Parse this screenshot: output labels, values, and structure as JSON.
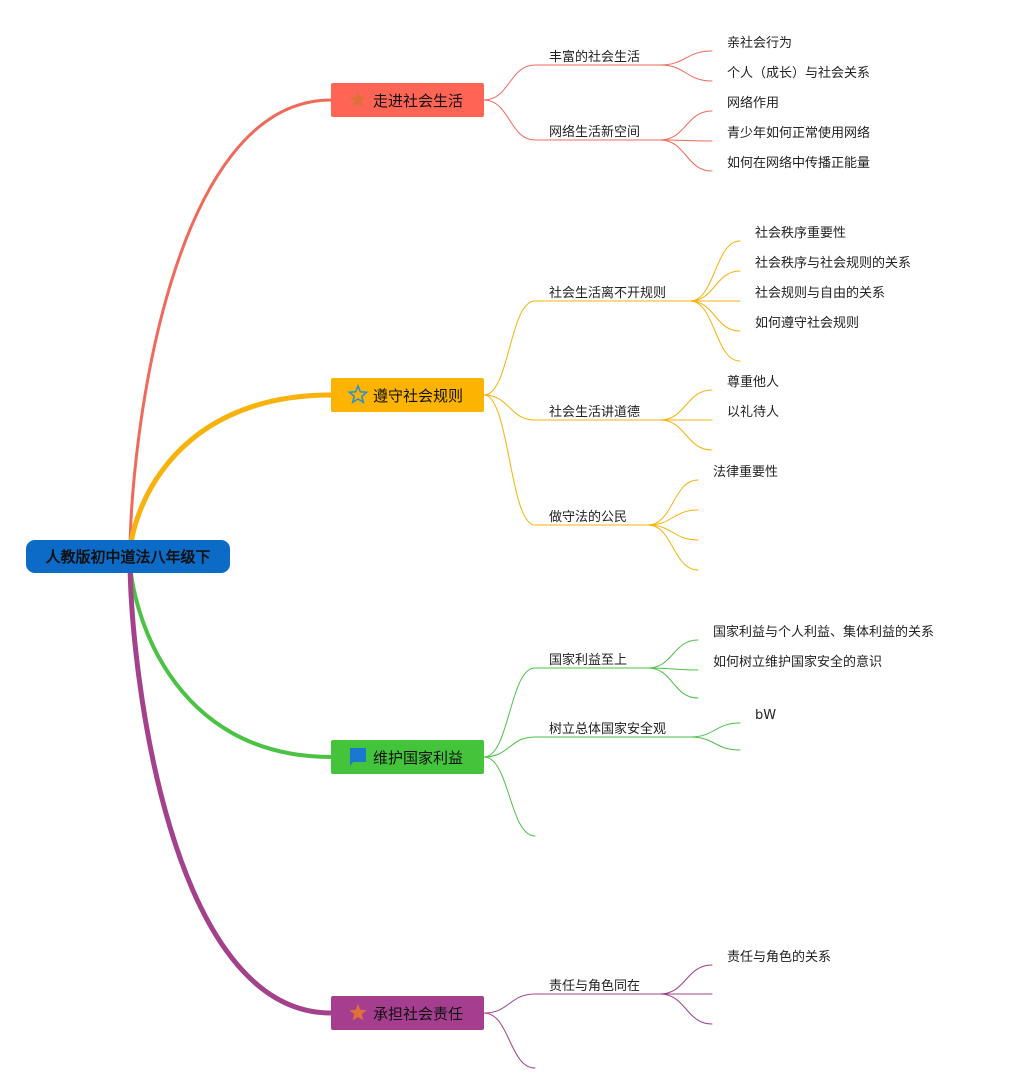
{
  "root": {
    "label": "人教版初中道法八年级下",
    "color": "#0b6bc7"
  },
  "branches": [
    {
      "label": "走进社会生活",
      "color": "#ef6a5a",
      "box_color": "#ff6454",
      "icon": "star-filled-icon",
      "icon_color": "#e0703a",
      "subtopics": [
        {
          "label": "丰富的社会生活",
          "leaves": [
            "亲社会行为",
            "个人（成长）与社会关系"
          ]
        },
        {
          "label": "网络生活新空间",
          "leaves": [
            "网络作用",
            "青少年如何正常使用网络",
            "如何在网络中传播正能量"
          ]
        }
      ]
    },
    {
      "label": "遵守社会规则",
      "color": "#f7b20c",
      "box_color": "#fcb400",
      "icon": "star-outline-icon",
      "icon_color": "#2f8fd0",
      "subtopics": [
        {
          "label": "社会生活离不开规则",
          "leaves": [
            "社会秩序重要性",
            "社会秩序与社会规则的关系",
            "社会规则与自由的关系",
            "如何遵守社会规则",
            ""
          ]
        },
        {
          "label": "社会生活讲道德",
          "leaves": [
            "尊重他人",
            "以礼待人",
            ""
          ]
        },
        {
          "label": "做守法的公民",
          "leaves": [
            "法律重要性",
            "",
            "",
            ""
          ]
        }
      ]
    },
    {
      "label": "维护国家利益",
      "color": "#4cc245",
      "box_color": "#43c43b",
      "icon": "flag-icon",
      "icon_color": "#1a78d0",
      "subtopics": [
        {
          "label": "国家利益至上",
          "leaves": [
            "国家利益与个人利益、集体利益的关系",
            "如何树立维护国家安全的意识",
            ""
          ]
        },
        {
          "label": "树立总体国家安全观",
          "leaves": [
            "bW",
            ""
          ]
        },
        {
          "label": "",
          "leaves": []
        }
      ]
    },
    {
      "label": "承担社会责任",
      "color": "#a3418b",
      "box_color": "#a53e8f",
      "icon": "star-filled-icon",
      "icon_color": "#e0703a",
      "subtopics": [
        {
          "label": "责任与角色同在",
          "leaves": [
            "责任与角色的关系",
            "",
            ""
          ]
        },
        {
          "label": "",
          "leaves": []
        }
      ]
    }
  ]
}
